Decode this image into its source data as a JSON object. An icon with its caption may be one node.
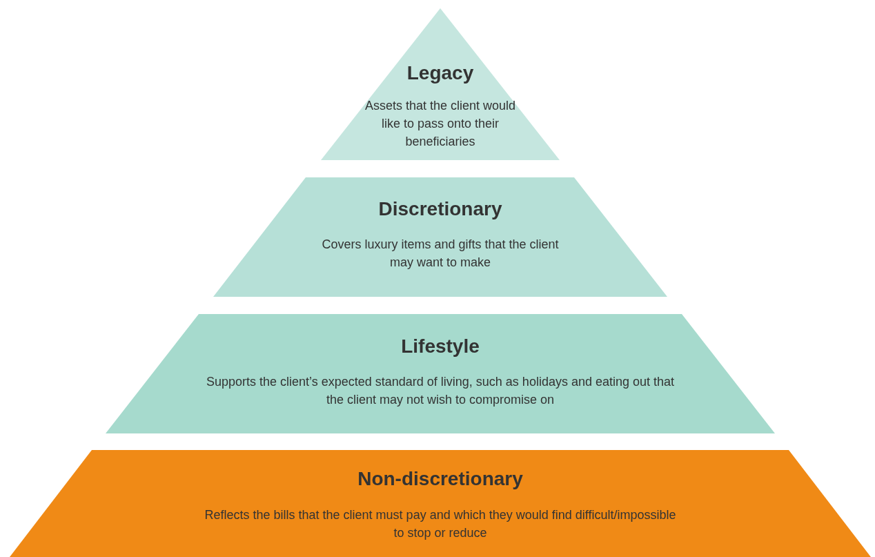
{
  "diagram": {
    "nodes": [
      {
        "text": [
          "Legacy",
          "Assets that the client would like to pass onto their beneficiaries"
        ]
      },
      {
        "text": [
          "Discretionary",
          "Covers luxury items and gifts that the client may want to make"
        ]
      },
      {
        "text": [
          "Lifestyle",
          "Supports the client’s expected standard of living, such as holidays and eating out that the client may not wish to compromise on"
        ]
      },
      {
        "text": [
          "Non-discretionary",
          "Reflects the bills that the client must pay and which they would find difficult/impossible to stop or reduce"
        ]
      }
    ]
  }
}
